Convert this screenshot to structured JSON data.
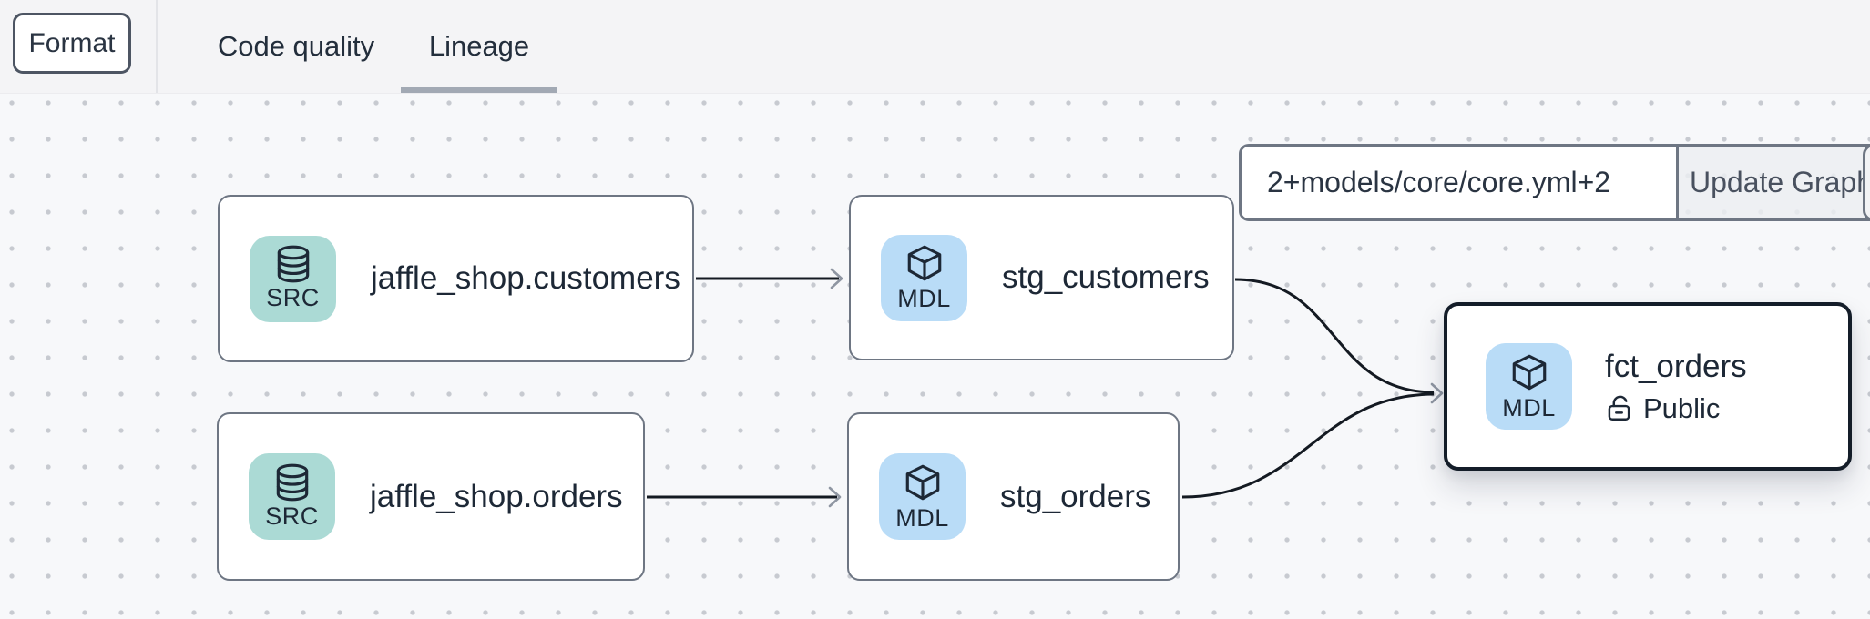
{
  "header": {
    "format_button": "Format",
    "tabs": [
      {
        "label": "Code quality",
        "active": false
      },
      {
        "label": "Lineage",
        "active": true
      }
    ]
  },
  "toolbar": {
    "selector_value": "2+models/core/core.yml+2",
    "update_button": "Update Graph"
  },
  "graph": {
    "nodes": [
      {
        "id": "jaffle_shop.customers",
        "type": "source",
        "badge": "SRC",
        "icon": "database-icon",
        "label": "jaffle_shop.customers",
        "selected": false
      },
      {
        "id": "stg_customers",
        "type": "model",
        "badge": "MDL",
        "icon": "cube-icon",
        "label": "stg_customers",
        "selected": false
      },
      {
        "id": "jaffle_shop.orders",
        "type": "source",
        "badge": "SRC",
        "icon": "database-icon",
        "label": "jaffle_shop.orders",
        "selected": false
      },
      {
        "id": "stg_orders",
        "type": "model",
        "badge": "MDL",
        "icon": "cube-icon",
        "label": "stg_orders",
        "selected": false
      },
      {
        "id": "fct_orders",
        "type": "model",
        "badge": "MDL",
        "icon": "cube-icon",
        "label": "fct_orders",
        "access": "Public",
        "selected": true
      }
    ],
    "edges": [
      {
        "from": "jaffle_shop.customers",
        "to": "stg_customers"
      },
      {
        "from": "jaffle_shop.orders",
        "to": "stg_orders"
      },
      {
        "from": "stg_customers",
        "to": "fct_orders"
      },
      {
        "from": "stg_orders",
        "to": "fct_orders"
      }
    ]
  },
  "colors": {
    "src_badge": "#abdad5",
    "mdl_badge": "#b9dcf7",
    "node_border": "#6e7683",
    "selected_node_border": "#141d29",
    "edge": "#141a22",
    "arrowhead": "#8f96a2",
    "tab_underline": "#a2a9b4",
    "header_bg": "#f4f4f6",
    "canvas_bg": "#f7f8fa"
  }
}
